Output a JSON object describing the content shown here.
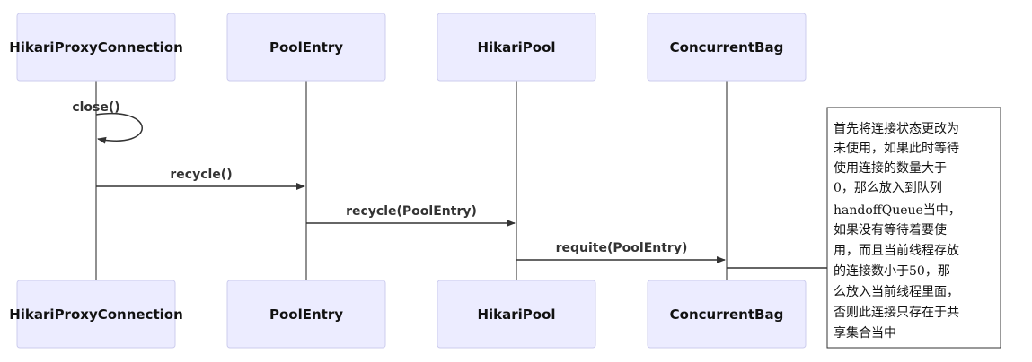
{
  "participants_top": [
    {
      "id": "p1",
      "label": "HikariProxyConnection"
    },
    {
      "id": "p2",
      "label": "PoolEntry"
    },
    {
      "id": "p3",
      "label": "HikariPool"
    },
    {
      "id": "p4",
      "label": "ConcurrentBag"
    }
  ],
  "participants_bottom": [
    {
      "id": "p1",
      "label": "HikariProxyConnection"
    },
    {
      "id": "p2",
      "label": "PoolEntry"
    },
    {
      "id": "p3",
      "label": "HikariPool"
    },
    {
      "id": "p4",
      "label": "ConcurrentBag"
    }
  ],
  "messages": [
    {
      "from": 0,
      "to": 0,
      "label": "close()"
    },
    {
      "from": 0,
      "to": 1,
      "label": "recycle()"
    },
    {
      "from": 1,
      "to": 2,
      "label": "recycle(PoolEntry)"
    },
    {
      "from": 2,
      "to": 3,
      "label": "requite(PoolEntry)"
    }
  ],
  "note": {
    "attached_to": 3,
    "lines": [
      "首先将连接状态更改为",
      "未使用，如果此时等待",
      "使用连接的数量大于",
      "0，那么放入到队列",
      "handoffQueue当中，",
      "如果没有等待着要使",
      "用，而且当前线程存放",
      "的连接数小于50，那",
      "么放入当前线程里面，",
      "否则此连接只存在于共",
      "享集合当中"
    ]
  }
}
